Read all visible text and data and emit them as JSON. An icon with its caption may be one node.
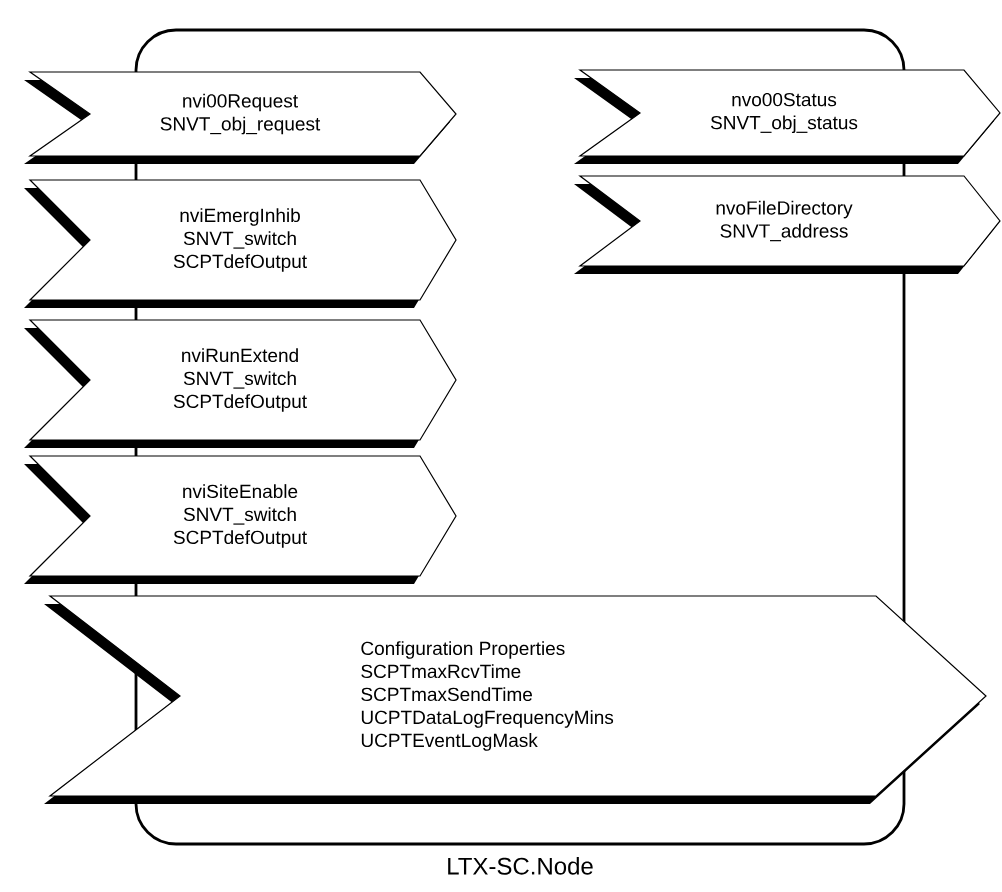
{
  "diagram": {
    "nodes": [
      {
        "text": [
          "LTX-SC.Node"
        ]
      },
      {
        "text": [
          "nvi00Request",
          "SNVT_obj_request"
        ]
      },
      {
        "text": [
          "nvo00Status",
          "SNVT_obj_status"
        ]
      },
      {
        "text": [
          "nviEmergInhib",
          "SNVT_switch",
          "SCPTdefOutput"
        ]
      },
      {
        "text": [
          "nvoFileDirectory",
          "SNVT_address"
        ]
      },
      {
        "text": [
          "nviRunExtend",
          "SNVT_switch",
          "SCPTdefOutput"
        ]
      },
      {
        "text": [
          "nviSiteEnable",
          "SNVT_switch",
          "SCPTdefOutput"
        ]
      },
      {
        "text": [
          "Configuration Properties",
          "SCPTmaxRcvTime",
          "SCPTmaxSendTime",
          "UCPTDataLogFrequencyMins",
          "UCPTEventLogMask"
        ]
      }
    ]
  }
}
